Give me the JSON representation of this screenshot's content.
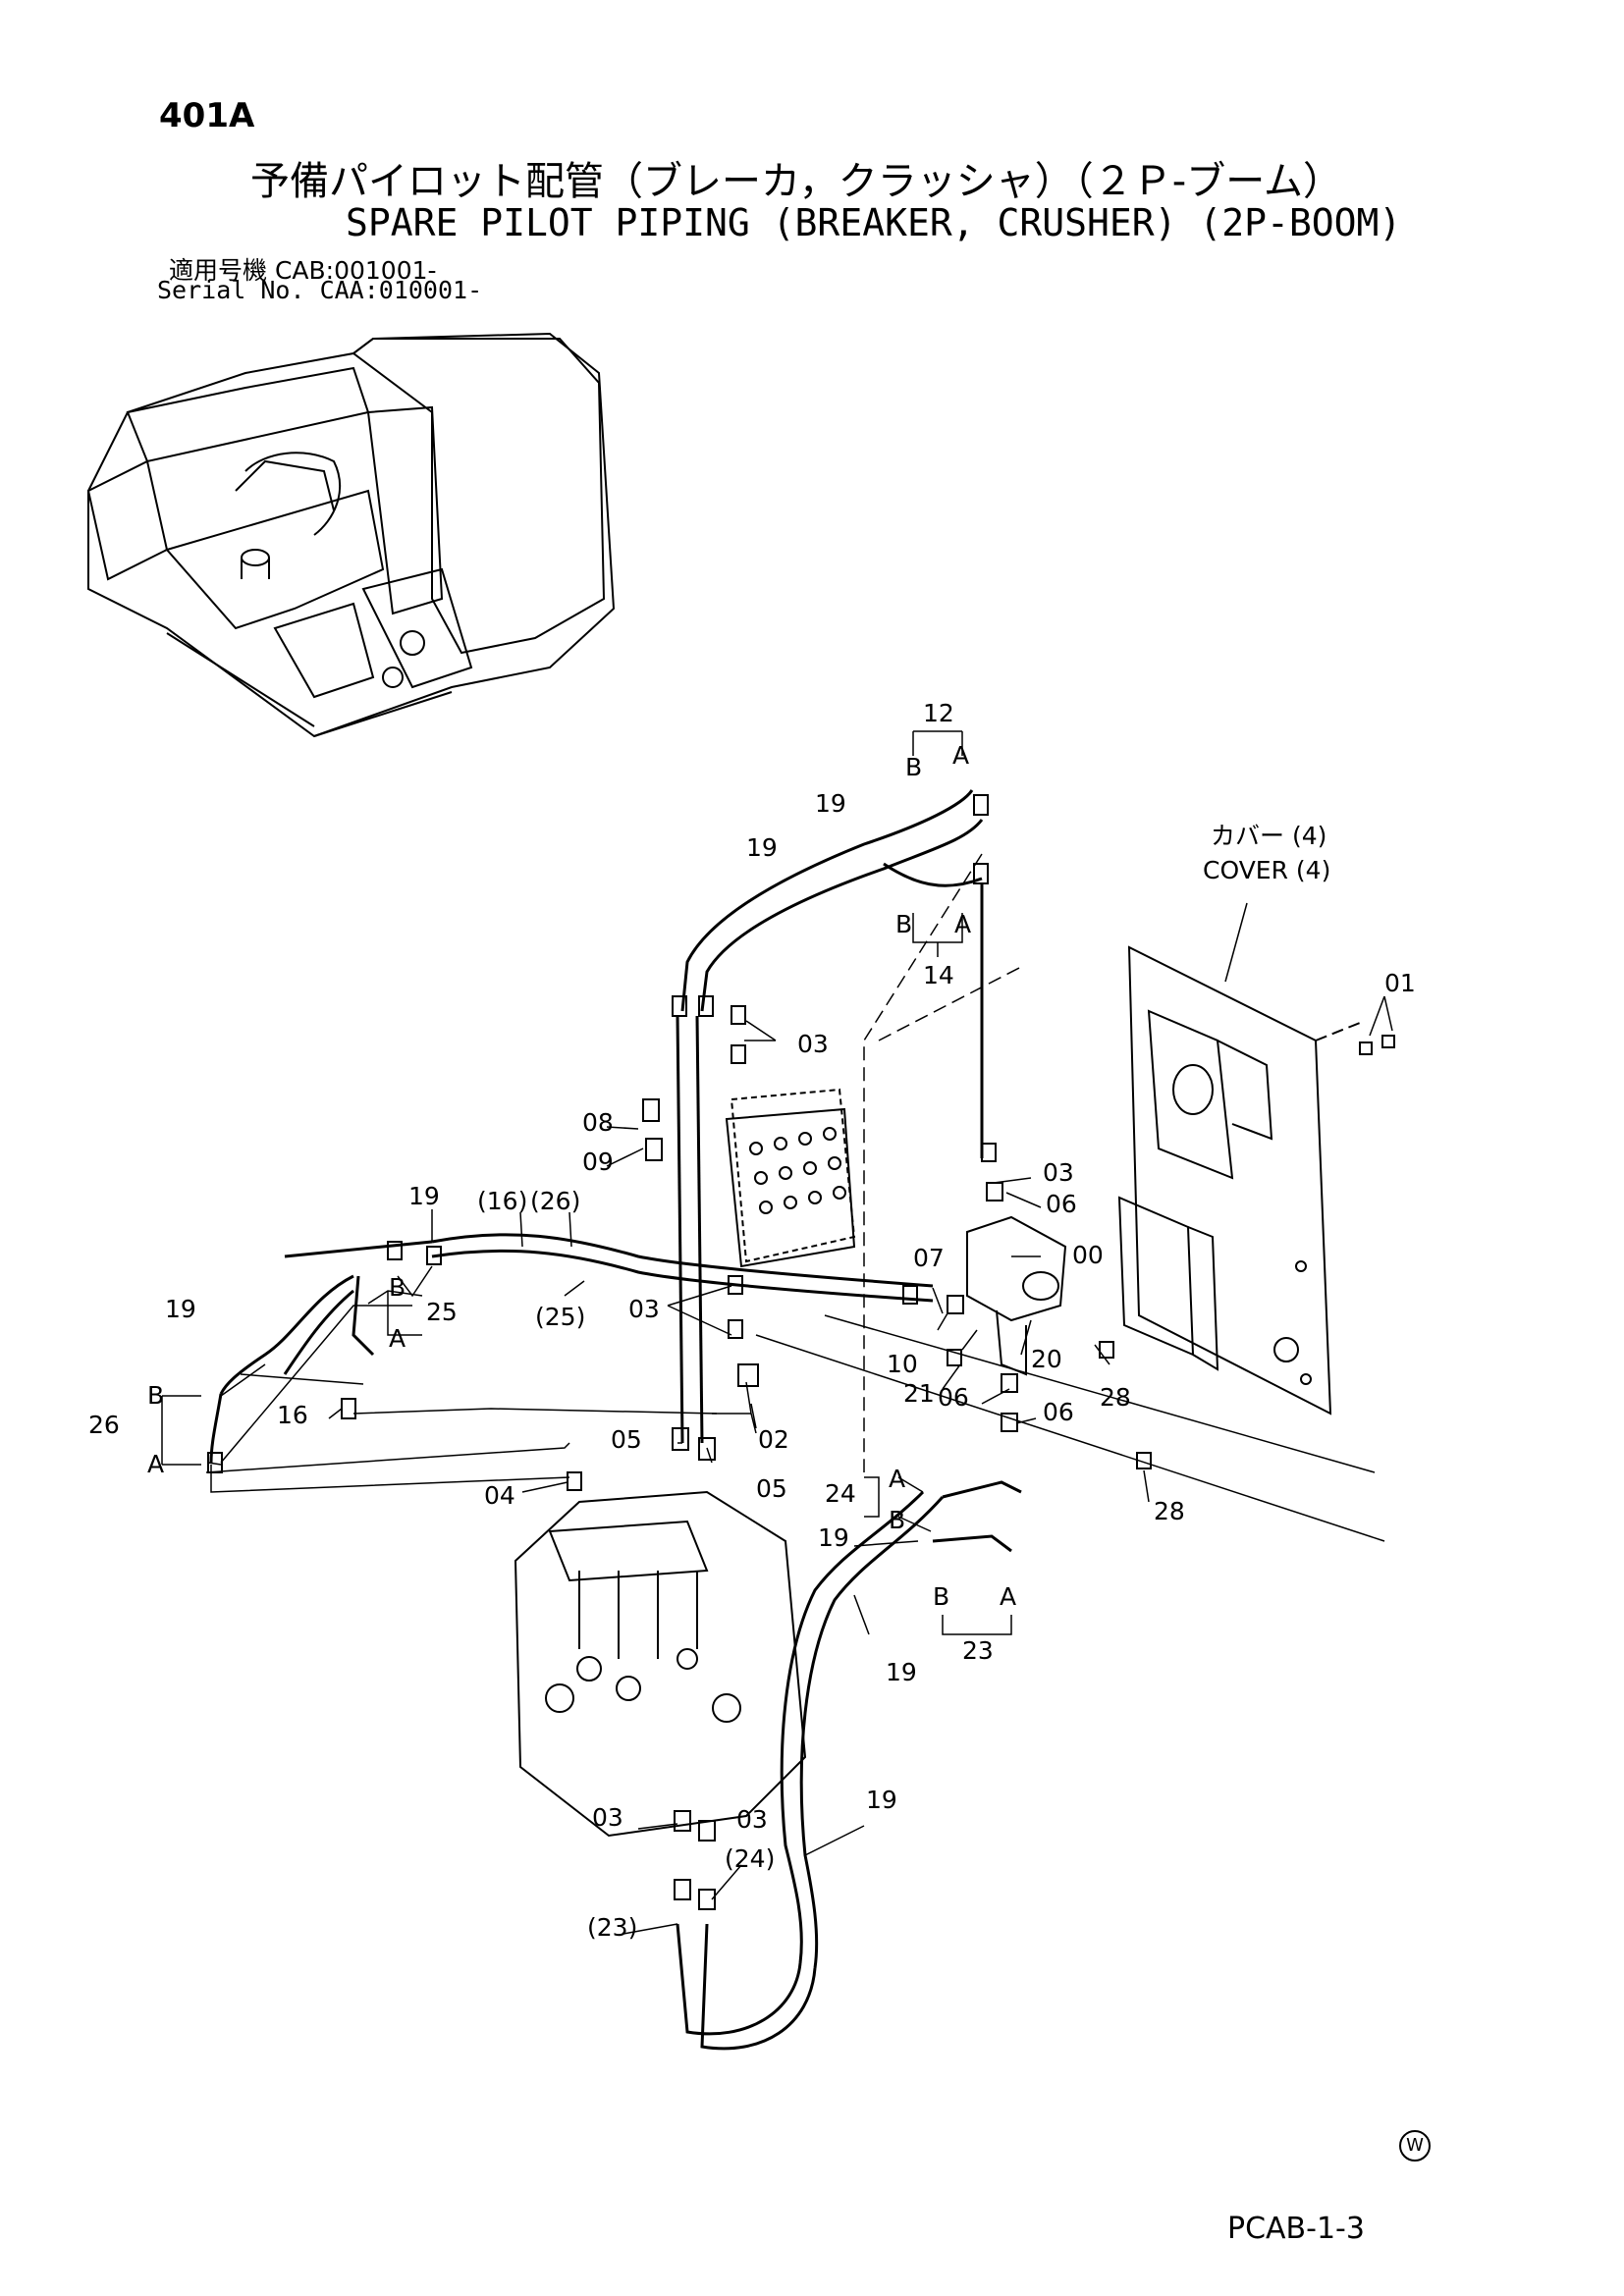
{
  "header": {
    "page_id": "401A",
    "title_jp": "予備パイロット配管（ブレーカ，クラッシャ）（２Ｐ-ブーム）",
    "title_en": "SPARE PILOT PIPING (BREAKER, CRUSHER) (2P-BOOM)",
    "serial_jp": "適用号機  CAB:001001-",
    "serial_en": "Serial No. CAA:010001-"
  },
  "footer": {
    "code": "PCAB-1-3",
    "mark": "W"
  },
  "callouts": {
    "c12": "12",
    "c19a": "19",
    "c19b": "19",
    "c14": "14",
    "c_cover_jp": "カバー (4)",
    "c_cover_en": "COVER (4)",
    "c01": "01",
    "c03a": "03",
    "c03b": "03",
    "c06a": "06",
    "c00": "00",
    "c08": "08",
    "c09": "09",
    "c19c": "19",
    "c16p": "(16)",
    "c26p": "(26)",
    "c25": "25",
    "c25p": "(25)",
    "c03c": "03",
    "c07": "07",
    "c10": "10",
    "c20": "20",
    "c21": "21",
    "c06b": "06",
    "c06c": "06",
    "c28a": "28",
    "c19d": "19",
    "c26": "26",
    "c16": "16",
    "c02": "02",
    "c05a": "05",
    "c05b": "05",
    "c04": "04",
    "c24": "24",
    "c28b": "28",
    "c19e": "19",
    "c23": "23",
    "c19f": "19",
    "c19g": "19",
    "c03d": "03",
    "c03e": "03",
    "c24p": "(24)",
    "c23p": "(23)",
    "A": "A",
    "B": "B"
  }
}
